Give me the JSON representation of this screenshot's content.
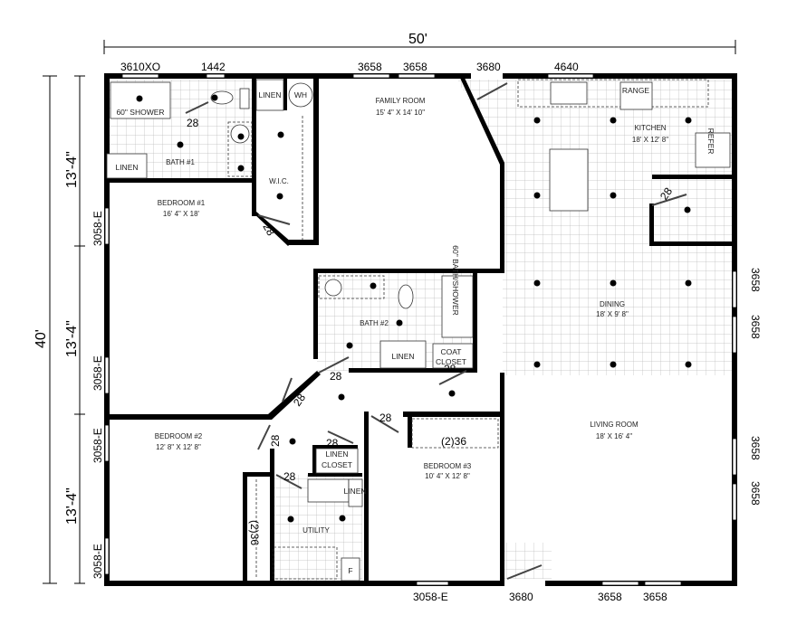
{
  "plan": {
    "overall_width": "50'",
    "overall_depth": "40'",
    "section_depths": [
      "13'-4\"",
      "13'-4\"",
      "13'-4\""
    ],
    "rooms": {
      "family_room": {
        "name": "FAMILY ROOM",
        "size": "15' 4\" X 14' 10\""
      },
      "kitchen": {
        "name": "KITCHEN",
        "size": "18' X 12' 8\""
      },
      "dining": {
        "name": "DINING",
        "size": "18' X 9' 8\""
      },
      "living_room": {
        "name": "LIVING ROOM",
        "size": "18' X 16' 4\""
      },
      "bedroom1": {
        "name": "BEDROOM #1",
        "size": "16' 4\" X 18'"
      },
      "bedroom2": {
        "name": "BEDROOM #2",
        "size": "12' 8\" X 12' 8\""
      },
      "bedroom3": {
        "name": "BEDROOM #3",
        "size": "10' 4\" X 12' 8\""
      },
      "bath1": {
        "name": "BATH #1"
      },
      "bath2": {
        "name": "BATH #2"
      },
      "wic": {
        "name": "W.I.C."
      },
      "utility": {
        "name": "UTILITY"
      }
    },
    "fixtures": {
      "shower": "60\" SHOWER",
      "tub": "60\" BATH/SHOWER",
      "linen": "LINEN",
      "water_heater": "WH",
      "range": "RANGE",
      "refer": "REFER",
      "coat": "COAT",
      "closet": "CLOSET",
      "furnace": "F"
    },
    "doors": {
      "d28": "28",
      "d236": "(2)36"
    },
    "windows": {
      "w3610xo": "3610XO",
      "w1442": "1442",
      "w3658": "3658",
      "w3680": "3680",
      "w4640": "4640",
      "w3058e": "3058-E"
    }
  }
}
